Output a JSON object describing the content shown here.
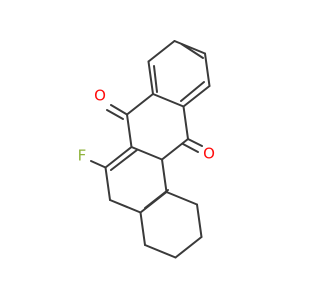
{
  "colors": {
    "background": "#ffffff",
    "bond": "#3a3a3a",
    "oxygen": "#ff0d0d",
    "fluorine": "#8fb33c"
  },
  "atoms": {
    "o_top": "O",
    "o_right": "O",
    "f_left": "F"
  }
}
